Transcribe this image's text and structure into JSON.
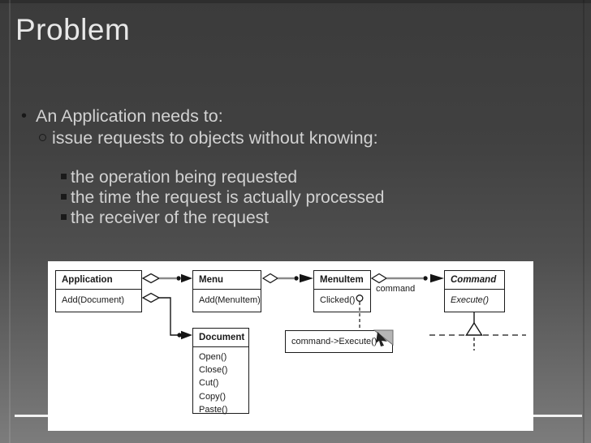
{
  "slide": {
    "title": "Problem",
    "bullet1": "An Application needs to:",
    "bullet2": "issue requests to objects without knowing:",
    "sub_bullets": [
      "the operation being requested",
      "the time the request is actually processed",
      "the receiver of the request"
    ]
  },
  "diagram": {
    "application": {
      "name": "Application",
      "method": "Add(Document)"
    },
    "menu": {
      "name": "Menu",
      "method": "Add(MenuItem)"
    },
    "menuitem": {
      "name": "MenuItem",
      "method": "Clicked()"
    },
    "command": {
      "name": "Command",
      "method": "Execute()"
    },
    "document": {
      "name": "Document",
      "methods": [
        "Open()",
        "Close()",
        "Cut()",
        "Copy()",
        "Paste()"
      ]
    },
    "association_label": "command",
    "note_text": "command->Execute()"
  },
  "colors": {
    "background_top": "#3b3b3b",
    "background_bottom": "#7c7c7c",
    "title_text": "#e8e8e8",
    "body_text": "#d2d2d2",
    "bullet": "#1a1a1a",
    "diagram_background": "#ffffff",
    "diagram_line": "#1b1b1b",
    "connector_gray": "#8a8a8a",
    "bottom_rule": "#f2f2f2",
    "note_fold": "#b5b5b5"
  }
}
